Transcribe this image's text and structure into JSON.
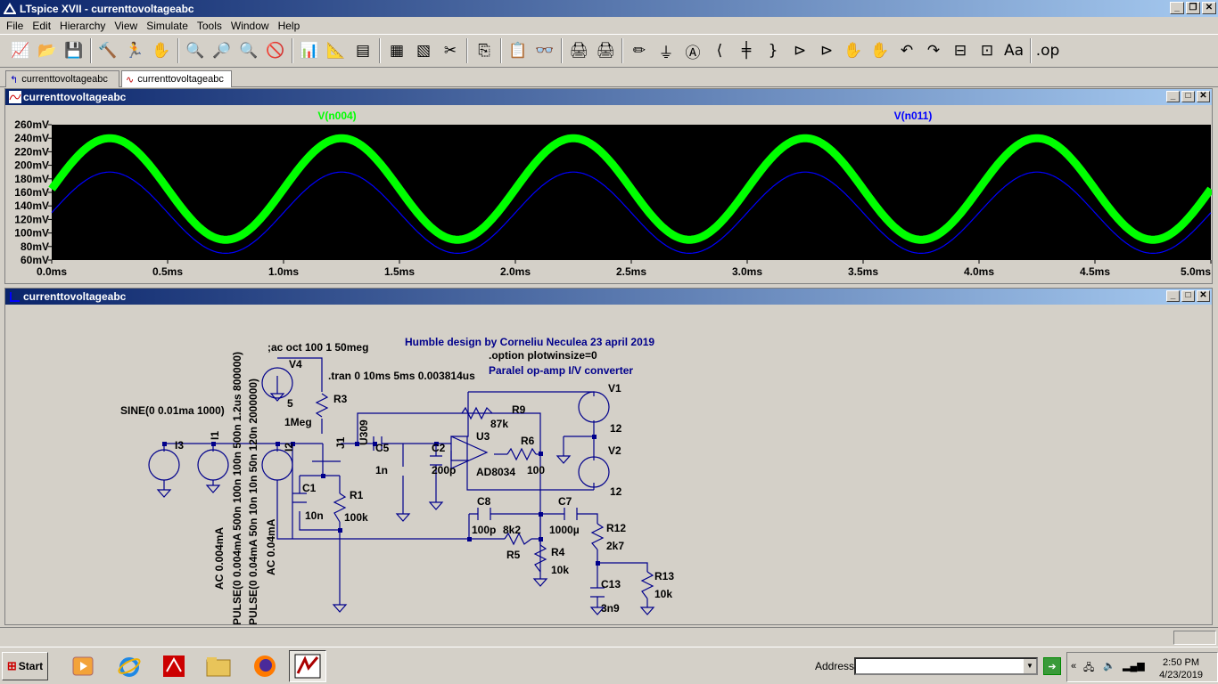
{
  "app": {
    "title": "LTspice XVII - currenttovoltageabc",
    "title_buttons": [
      "_",
      "❐",
      "✕"
    ]
  },
  "menu": [
    "File",
    "Edit",
    "Hierarchy",
    "View",
    "Simulate",
    "Tools",
    "Window",
    "Help"
  ],
  "tabs": [
    {
      "label": "currenttovoltageabc",
      "icon": "schematic-icon"
    },
    {
      "label": "currenttovoltageabc",
      "icon": "waveform-icon"
    }
  ],
  "toolbar": [
    "📈",
    "📂",
    "💾",
    "🔨",
    "🏃",
    "✋",
    "🔍",
    "🔎",
    "🔍",
    "🚫",
    "📊",
    "📐",
    "▤",
    "▦",
    "▧",
    "✂",
    "⎘",
    "📋",
    "👓",
    "🖨",
    "🖨",
    "✏",
    "⏚",
    "Ⓐ",
    "⟨",
    "╪",
    "}",
    "⊳",
    "⊳",
    "✋",
    "✋",
    "↶",
    "↷",
    "⊟",
    "⊡",
    "Aa",
    ".op"
  ],
  "waveform": {
    "title": "currenttovoltageabc",
    "traces": [
      {
        "name": "V(n004)",
        "color": "#00ff00"
      },
      {
        "name": "V(n011)",
        "color": "#0000ff"
      }
    ],
    "y_ticks": [
      "260mV",
      "240mV",
      "220mV",
      "200mV",
      "180mV",
      "160mV",
      "140mV",
      "120mV",
      "100mV",
      "80mV",
      "60mV"
    ],
    "x_ticks": [
      "0.0ms",
      "0.5ms",
      "1.0ms",
      "1.5ms",
      "2.0ms",
      "2.5ms",
      "3.0ms",
      "3.5ms",
      "4.0ms",
      "4.5ms",
      "5.0ms"
    ]
  },
  "chart_data": {
    "type": "line",
    "xlabel": "",
    "ylabel": "",
    "xlim": [
      0,
      5
    ],
    "ylim": [
      60,
      260
    ],
    "x_unit": "ms",
    "y_unit": "mV",
    "background": "#000000",
    "grid": false,
    "series": [
      {
        "name": "V(n004)",
        "color": "#00ff00",
        "waveform": "sine",
        "frequency_per_ms": 1,
        "offset": 165,
        "amplitude": 75,
        "x": [
          0,
          0.25,
          0.5,
          0.75,
          1,
          1.25,
          1.5,
          1.75,
          2,
          2.25,
          2.5,
          2.75,
          3,
          3.25,
          3.5,
          3.75,
          4,
          4.25,
          4.5,
          4.75,
          5
        ],
        "y": [
          165,
          240,
          165,
          90,
          165,
          240,
          165,
          90,
          165,
          240,
          165,
          90,
          165,
          240,
          165,
          90,
          165,
          240,
          165,
          90,
          165
        ]
      },
      {
        "name": "V(n011)",
        "color": "#0000ff",
        "waveform": "sine",
        "frequency_per_ms": 1,
        "offset": 130,
        "amplitude": 60,
        "x": [
          0,
          0.25,
          0.5,
          0.75,
          1,
          1.25,
          1.5,
          1.75,
          2,
          2.25,
          2.5,
          2.75,
          3,
          3.25,
          3.5,
          3.75,
          4,
          4.25,
          4.5,
          4.75,
          5
        ],
        "y": [
          130,
          190,
          130,
          70,
          130,
          190,
          130,
          70,
          130,
          190,
          130,
          70,
          130,
          190,
          130,
          70,
          130,
          190,
          130,
          70,
          130
        ]
      }
    ]
  },
  "schematic": {
    "title": "currenttovoltageabc",
    "directives": [
      ";ac oct 100 1 50meg",
      ".tran 0 10ms 5ms 0.003814us",
      ".option plotwinsize=0"
    ],
    "notes": [
      "Humble design by Corneliu Neculea 23 april 2019",
      "Paralel op-amp I/V converter"
    ],
    "labels": {
      "V4": "V4",
      "V4val": "5",
      "R3": "R3",
      "R3val": "1Meg",
      "J1": "J1",
      "U309": "U309",
      "I3": "I3",
      "I3val": "SINE(0 0.01ma 1000)",
      "I1": "I1",
      "I1val": "AC 0.004mA",
      "I1val2": "PULSE(0 0.004mA 500n 100n 100n 500n 1.2us 800000)",
      "I2": "I2",
      "I2val": "AC 0.04mA",
      "I2val2": "PULSE(0 0.04mA 50n 10n 10n 50n 120n 2000000)",
      "C5": "C5",
      "C5val": "1n",
      "C2": "C2",
      "C2val": "200p",
      "C1": "C1",
      "C1val": "10n",
      "R1": "R1",
      "R1val": "100k",
      "R9": "R9",
      "R9val": "87k",
      "U3": "U3",
      "U3val": "AD8034",
      "R6": "R6",
      "R6val": "100",
      "V1": "V1",
      "V1val": "12",
      "V2": "V2",
      "V2val": "12",
      "C8": "C8",
      "C8val": "100p",
      "C7": "C7",
      "C7val": "1000µ",
      "R5": "R5",
      "R5val": "8k2",
      "R4": "R4",
      "R4val": "10k",
      "R12": "R12",
      "R12val": "2k7",
      "R13": "R13",
      "R13val": "10k",
      "C13": "C13",
      "C13val": "3n9"
    }
  },
  "taskbar": {
    "start": "Start",
    "apps": [
      "media-player-icon",
      "ie-icon",
      "acrobat-icon",
      "explorer-icon",
      "firefox-icon",
      "ltspice-icon"
    ],
    "address_label": "Address",
    "time": "2:50 PM",
    "date": "4/23/2019"
  }
}
